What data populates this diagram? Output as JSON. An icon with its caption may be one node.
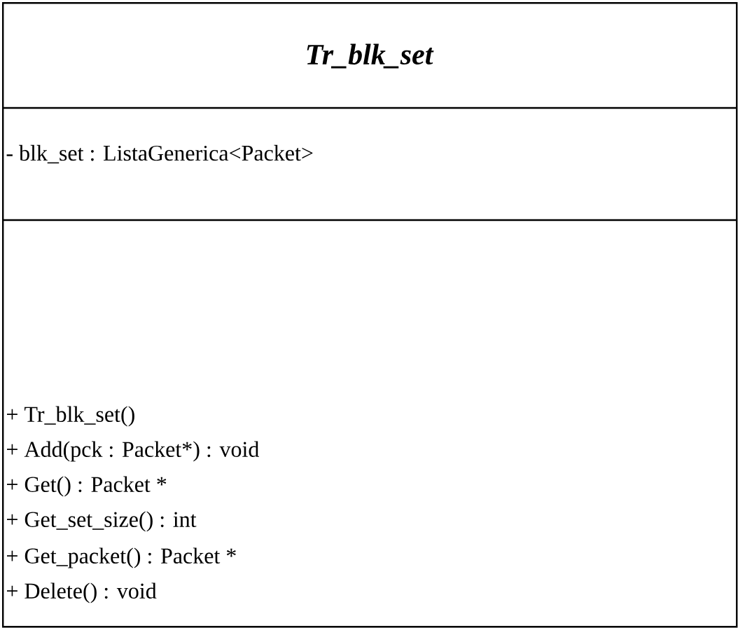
{
  "diagram": {
    "nodes": [
      {
        "text": [
          "Tr_blk_set",
          "- blk_set : ListaGenerica<Packet>",
          "+ Tr_blk_set()",
          "+ Add(pck : Packet*) : void",
          "+ Get() : Packet *",
          "+ Get_set_size() : int",
          "+ Get_packet() : Packet *",
          "+ Delete() : void"
        ]
      }
    ]
  }
}
